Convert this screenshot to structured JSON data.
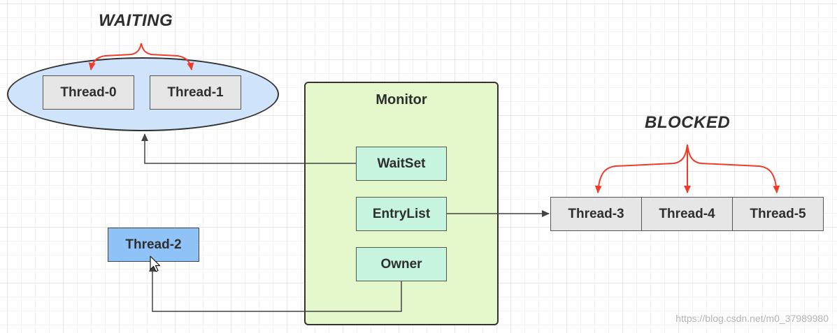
{
  "states": {
    "waiting": "WAITING",
    "blocked": "BLOCKED"
  },
  "monitor": {
    "title": "Monitor",
    "wait_set": "WaitSet",
    "entry_list": "EntryList",
    "owner": "Owner"
  },
  "waiting_threads": [
    "Thread-0",
    "Thread-1"
  ],
  "blocked_threads": [
    "Thread-3",
    "Thread-4",
    "Thread-5"
  ],
  "owner_thread": "Thread-2",
  "watermark": "https://blog.csdn.net/m0_37989980",
  "colors": {
    "waiting_ellipse": "#cfe4fb",
    "monitor_fill": "#e4f8cc",
    "slot_fill": "#c8f5e0",
    "thread_fill": "#e6e6e6",
    "owner_thread_fill": "#8fc3f7",
    "state_arrow": "#f23b27",
    "connector": "#444444"
  }
}
